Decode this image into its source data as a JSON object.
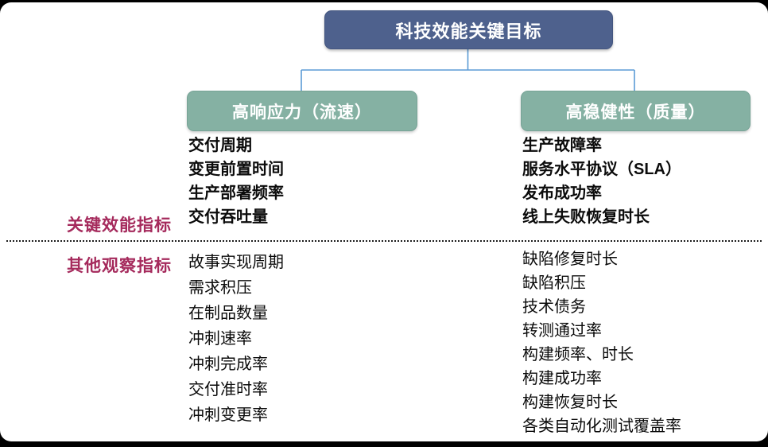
{
  "colors": {
    "root_box": "#4E618D",
    "branch_box": "#85B1A3",
    "connector": "#5B9BD5",
    "label": "#A52A5C",
    "text": "#0B0B0B"
  },
  "root": {
    "title": "科技效能关键目标"
  },
  "labels": {
    "key": "关键效能指标",
    "other": "其他观察指标"
  },
  "columns": {
    "velocity": {
      "title": "高响应力（流速）",
      "key_items": [
        "交付周期",
        "变更前置时间",
        "生产部署频率",
        "交付吞吐量"
      ],
      "other_items": [
        "故事实现周期",
        "需求积压",
        "在制品数量",
        "冲刺速率",
        "冲刺完成率",
        "交付准时率",
        "冲刺变更率"
      ]
    },
    "quality": {
      "title": "高稳健性（质量）",
      "key_items": [
        "生产故障率",
        "服务水平协议（SLA）",
        "发布成功率",
        "线上失败恢复时长"
      ],
      "other_items": [
        "缺陷修复时长",
        "缺陷积压",
        "技术债务",
        "转测通过率",
        "构建频率、时长",
        "构建成功率",
        "构建恢复时长",
        "各类自动化测试覆盖率"
      ]
    }
  }
}
